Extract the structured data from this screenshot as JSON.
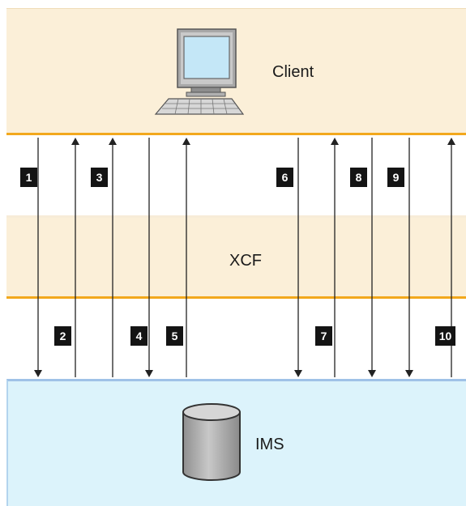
{
  "layers": {
    "client": {
      "label": "Client",
      "icon": "computer-icon"
    },
    "xcf": {
      "label": "XCF"
    },
    "ims": {
      "label": "IMS",
      "icon": "database-icon"
    }
  },
  "steps": [
    {
      "number": "1",
      "direction": "down"
    },
    {
      "number": "2",
      "direction": "up"
    },
    {
      "number": "3",
      "direction": "up"
    },
    {
      "number": "4",
      "direction": "down"
    },
    {
      "number": "5",
      "direction": "up"
    },
    {
      "number": "6",
      "direction": "down"
    },
    {
      "number": "7",
      "direction": "up"
    },
    {
      "number": "8",
      "direction": "down"
    },
    {
      "number": "9",
      "direction": "down"
    },
    {
      "number": "10",
      "direction": "up"
    }
  ],
  "colors": {
    "client_band": "#fbefd8",
    "xcf_band": "#fbefd8",
    "ims_band": "#dcf3fb",
    "band_edge": "#f2a81d",
    "badge": "#141414"
  }
}
